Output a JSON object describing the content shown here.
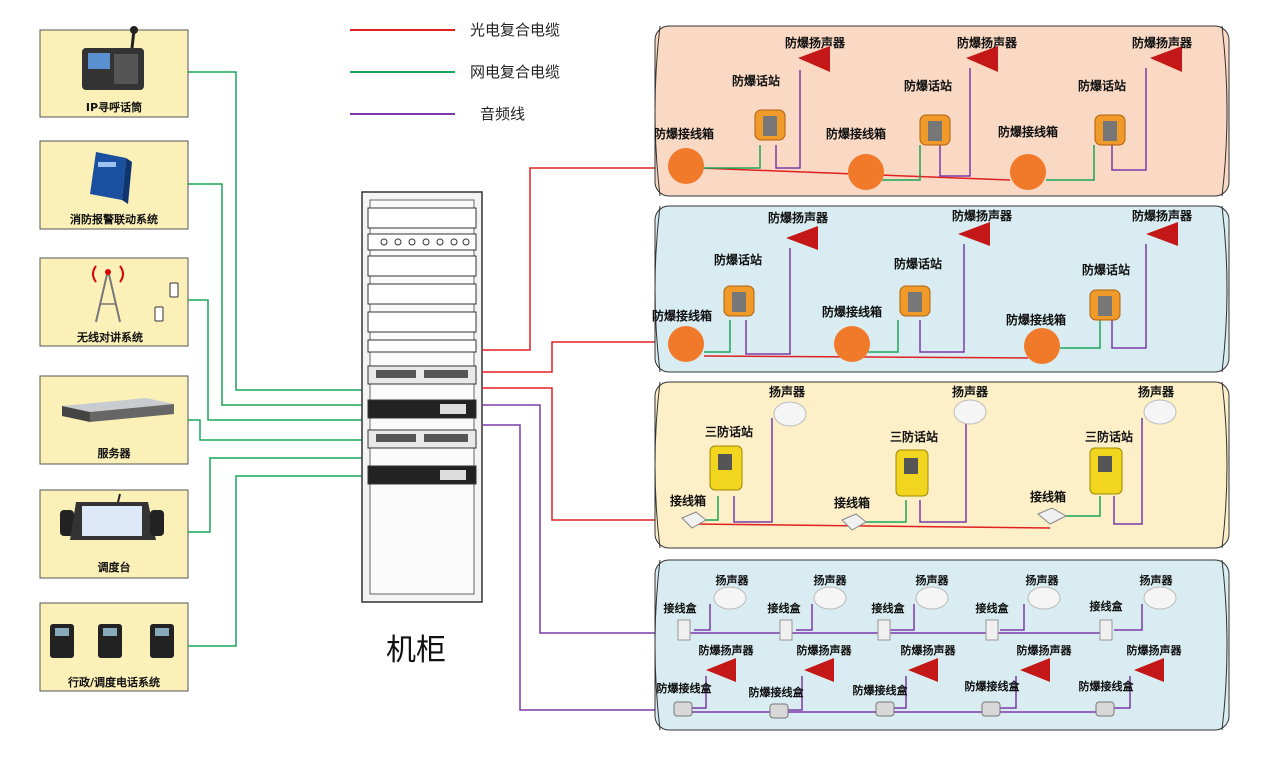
{
  "legend": {
    "items": [
      {
        "label": "光电复合电缆",
        "color": "#e02020"
      },
      {
        "label": "网电复合电缆",
        "color": "#1aa65a"
      },
      {
        "label": "音频线",
        "color": "#7a3aa8"
      }
    ]
  },
  "cabinet": {
    "label": "机柜"
  },
  "systems": [
    {
      "label": "IP寻呼话筒"
    },
    {
      "label": "消防报警联动系统"
    },
    {
      "label": "无线对讲系统"
    },
    {
      "label": "服务器"
    },
    {
      "label": "调度台"
    },
    {
      "label": "行政/调度电话系统"
    }
  ],
  "zone1": {
    "speaker": "防爆扬声器",
    "station": "防爆话站",
    "junction": "防爆接线箱"
  },
  "zone2": {
    "speaker": "防爆扬声器",
    "station": "防爆话站",
    "junction": "防爆接线箱"
  },
  "zone3": {
    "speaker": "扬声器",
    "station": "三防话站",
    "junction": "接线箱"
  },
  "zone4": {
    "speaker": "扬声器",
    "junction": "接线盒",
    "ex_speaker": "防爆扬声器",
    "ex_junction": "防爆接线盒"
  },
  "colors": {
    "zone1_bg": "#fad9c4",
    "zone2_bg": "#d8ecf2",
    "zone3_bg": "#fdf0c8",
    "zone4_bg": "#d8ecf2",
    "system_bg": "#fbf0b8",
    "red_line": "#e02020",
    "green_line": "#1aa65a",
    "purple_line": "#7a3aa8"
  }
}
